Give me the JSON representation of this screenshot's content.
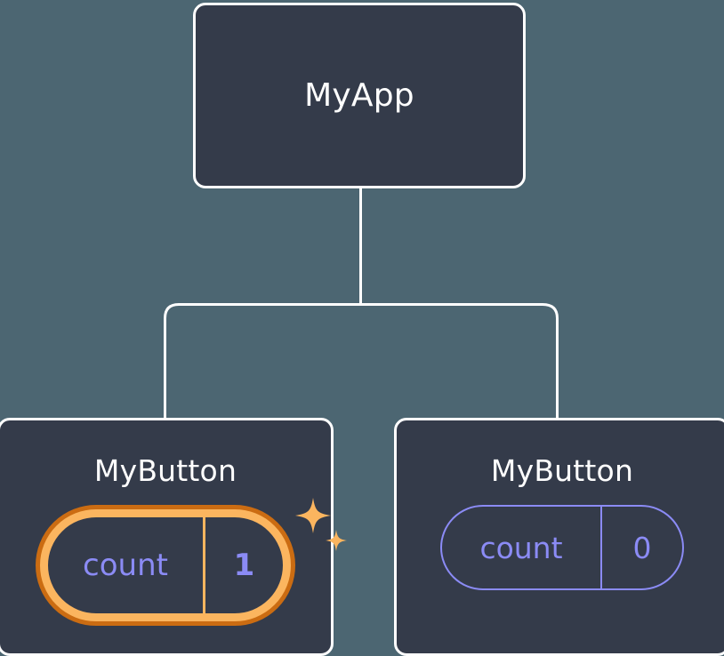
{
  "diagram": {
    "type": "component-tree",
    "background_color": "#4c6672",
    "node_fill_color": "#343b4a",
    "node_border_color": "#ffffff",
    "connector_color": "#ffffff",
    "state_color": "#8b8bf5",
    "highlight_outer_color": "#cb6c12",
    "highlight_inner_color": "#fbb55f",
    "root": {
      "label": "MyApp"
    },
    "children": [
      {
        "label": "MyButton",
        "state": {
          "name": "count",
          "value": "1"
        },
        "highlighted": true,
        "sparkle_icon": "sparkles-icon"
      },
      {
        "label": "MyButton",
        "state": {
          "name": "count",
          "value": "0"
        },
        "highlighted": false
      }
    ]
  }
}
